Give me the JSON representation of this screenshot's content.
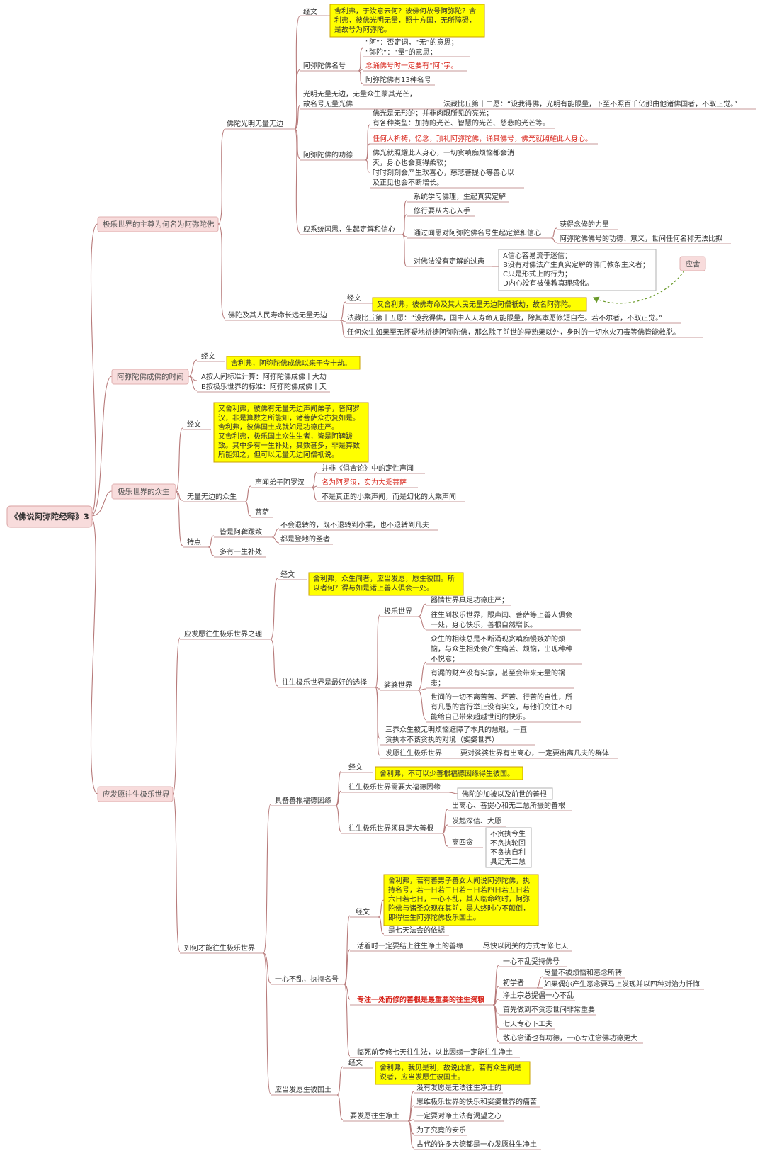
{
  "title": "《佛说阿弥陀经释》3",
  "colors": {
    "branch_fill": "#f8dcdc",
    "branch_stroke": "#e0b0b0",
    "quote_fill": "#ffff00",
    "quote_stroke": "#c8a000",
    "connector": "#b77a7a",
    "emphasis_red": "#d8261c",
    "arrow_green": "#6a9a2a"
  },
  "b1": {
    "label": "极乐世界的主尊为何名为阿弥陀佛",
    "light": {
      "label": "佛陀光明无量无边",
      "jingwen": "经文",
      "quote": [
        "舍利弗，于汝意云何？彼佛何故号阿弥陀？舍",
        "利弗，彼佛光明无量，照十方国，无所障碍，",
        "是故号为阿弥陀。"
      ],
      "name": {
        "label": "阿弥陀佛名号",
        "n1": [
          "“阿”：否定词，“无”的意思；",
          "“弥陀”：“量”的意思；"
        ],
        "n2": "念诵佛号时一定要有“阿”字。",
        "n3": "阿弥陀佛有13种名号"
      },
      "guang": {
        "label": [
          "光明无量无边，无量众生蒙其光芒，",
          "故名号无量光佛"
        ],
        "vow": "法藏比丘第十二愿：“设我得佛，光明有能限量，下至不照百千亿那由他诸佛国者，不取正觉。”"
      },
      "merit": {
        "label": "阿弥陀佛的功德",
        "m1": [
          "佛光是无形的；并非肉眼所见的亮光；",
          "有各种类型：加持的光芒、智慧的光芒、慈悲的光芒等。"
        ],
        "m2": "任何人祈祷，忆念，顶礼阿弥陀佛，诵其佛号，佛光就照耀此人身心。",
        "m3": [
          "佛光就照耀此人身心，一切贪嗔痴烦恼都会消",
          "灭，身心也会变得柔软；",
          "时时刻刻会产生欢喜心，慈悲菩提心等善心以",
          "及正见也会不断增长。"
        ]
      },
      "faith": {
        "label": "应系统闻思，生起定解和信心",
        "f1": "系统学习佛理，生起真实定解",
        "f2": "修行要从内心入手",
        "f3": {
          "label": "通过闻思对阿弥陀佛名号生起定解和信心",
          "s1": "获得念修的力量",
          "s2": "阿弥陀佛佛号的功德、意义，世间任何名称无法比拟"
        },
        "f4": {
          "label": "对佛法没有定解的过患",
          "items": [
            "A信心容易流于迷信；",
            "B没有对佛法产生真实定解的佛门教条主义者；",
            "C只是形式上的行为；",
            "D内心没有被佛教真理感化。"
          ],
          "tag": "应舍"
        }
      }
    },
    "life": {
      "label": "佛陀及其人民寿命长远无量无边",
      "jingwen": "经文",
      "quote": "又舍利弗，彼佛寿命及其人民无量无边阿僧祇劫，故名阿弥陀。",
      "vow": "法藏比丘第十五愿：“设我得佛，国中人天寿命无能限量，除其本愿修短自在。若不尔者，不取正觉。”",
      "note": "任何众生如果至无怀疑地祈祷阿弥陀佛，那么除了前世的异熟果以外，身时的一切水火刀毒等佛皆能救脱。"
    }
  },
  "b2": {
    "label": "阿弥陀佛成佛的时间",
    "jingwen": "经文",
    "quote": "舍利弗，阿弥陀佛成佛以来于今十劫。",
    "a": "A按人间标准计算：阿弥陀佛成佛十大劫",
    "b": "B按极乐世界的标准：阿弥陀佛成佛十天"
  },
  "b3": {
    "label": "极乐世界的众生",
    "jingwen": "经文",
    "quote": [
      "又舍利弗，彼佛有无量无边声闻弟子，皆阿罗",
      "汉，非是算数之所能知，诸菩萨众亦复如是。",
      "舍利弗，彼佛国土成就如是功德庄严。",
      "又舍利弗，极乐国土众生生者，皆是阿鞞跋",
      "致。其中多有一生补处，其数甚多，非是算数",
      "所能知之，但可以无量无边阿僧祇说。"
    ],
    "countless": {
      "label": "无量无边的众生",
      "shengwen": {
        "label": "声闻弟子阿罗汉",
        "s1": "并非《俱舍论》中的定性声闻",
        "s2": "名为阿罗汉，实为大乘菩萨",
        "s3": "不是真正的小乘声闻，而是幻化的大乘声闻"
      },
      "pusa": "菩萨"
    },
    "feature": {
      "label": "特点",
      "abz": {
        "label": "皆是阿鞞跋致",
        "a1": "不会退转的，既不退转到小乘，也不退转到凡夫",
        "a2": "都是登地的圣者"
      },
      "yisheng": "多有一生补处"
    }
  },
  "b4": {
    "label": "应发愿往生极乐世界",
    "reason": {
      "label": "应发愿往生极乐世界之理",
      "jingwen": "经文",
      "quote": [
        "舍利弗，众生闻者，应当发愿，愿生彼国。所",
        "以者何？得与如是诸上善人俱会一处。"
      ],
      "choice": {
        "label": "往生极乐世界是最好的选择",
        "jile": {
          "label": "极乐世界",
          "j1": "器情世界具足功德庄严；",
          "j2": [
            "往生到极乐世界，跟声闻、菩萨等上善人俱会",
            "一处，身心快乐，善根自然增长。"
          ]
        },
        "suopo": {
          "label": "娑婆世界",
          "s1": [
            "众生的相续总是不断涌现贪嗔痴慢嫉妒的烦",
            "恼，与众生相处会产生痛苦、烦恼，出现种种",
            "不悦意；"
          ],
          "s2": [
            "有漏的财产没有实意，甚至会带来无量的祸",
            "患；"
          ],
          "s3": [
            "世间的一切不离苦苦、坏苦、行苦的自性，所",
            "有凡愚的言行举止没有实义，与他们交往不可",
            "能给自己带来超越世间的快乐。"
          ]
        },
        "sanjie": [
          "三界众生被无明烦恼遮障了本具的慧眼，一直",
          "贪执本不该贪执的对境（娑婆世界）"
        ],
        "fayuan": {
          "label": "发愿往生极乐世界",
          "note": "要对娑婆世界有出离心，一定要出离凡夫的群体"
        }
      }
    },
    "how": {
      "label": "如何才能往生极乐世界",
      "shangen": {
        "label": "具备善根福德因缘",
        "jingwen": "经文",
        "quote": "舍利弗，不可以少善根福德因缘得生彼国。",
        "need": {
          "label": "往生极乐世界需要大福德因缘",
          "n1": "佛陀的加被以及前世的善根"
        },
        "root": {
          "label": "往生极乐世界须具足大善根",
          "r1": "出离心、菩提心和无二慧所摄的善根",
          "r2": "发起深信、大愿",
          "lisi": {
            "label": "离四贪",
            "items": [
              "不贪执今生",
              "不贪执轮回",
              "不贪执自利",
              "具足无二慧"
            ]
          }
        }
      },
      "yixin": {
        "label": "一心不乱，执持名号",
        "jingwen": "经文",
        "quote": [
          "舍利弗，若有善男子善女人闻说阿弥陀佛，执",
          "持名号，若一日若二日若三日若四日若五日若",
          "六日若七日，一心不乱，其人临命终时，阿弥",
          "陀佛与诸圣众现在其前，是人终时心不颠倒，",
          "即得往生阿弥陀佛极乐国土。"
        ],
        "qitian": "是七天法会的依据",
        "huozhe": {
          "label": "活着时一定要结上往生净土的善缘",
          "note": "尽快以闭关的方式专修七天"
        },
        "zhuanxiu": {
          "label": "专注一处而修的善根是最重要的往生资粮",
          "z1": "一心不乱受持佛号",
          "chuxue": {
            "label": "初学者",
            "c1": "尽量不被烦恼和恶念所转",
            "c2": "如果偶尔产生恶念要马上发现并以四种对治力忏悔"
          },
          "z3": "净土宗总提倡一心不乱",
          "z4": "首先做到不贪恋世间非常重要",
          "z5": "七天专心下工夫",
          "z6": "散心念诵也有功德，一心专注念佛功德更大"
        },
        "linzhong": "临死前专修七天往生法，以此因缘一定能往生净土"
      },
      "dangfa": {
        "label": "应当发愿生彼国土",
        "jingwen": "经文",
        "quote": [
          "舍利弗，我见是利，故说此言，若有众生闻是",
          "说者，应当发愿生彼国土。"
        ],
        "yaofa": {
          "label": "要发愿往生净土",
          "items": [
            "没有发愿是无法往生净土的",
            "思维极乐世界的快乐和娑婆世界的痛苦",
            "一定要对净土法有渴望之心",
            "为了究竟的安乐",
            "古代的许多大德都是一心发愿往生净土"
          ]
        }
      }
    }
  }
}
